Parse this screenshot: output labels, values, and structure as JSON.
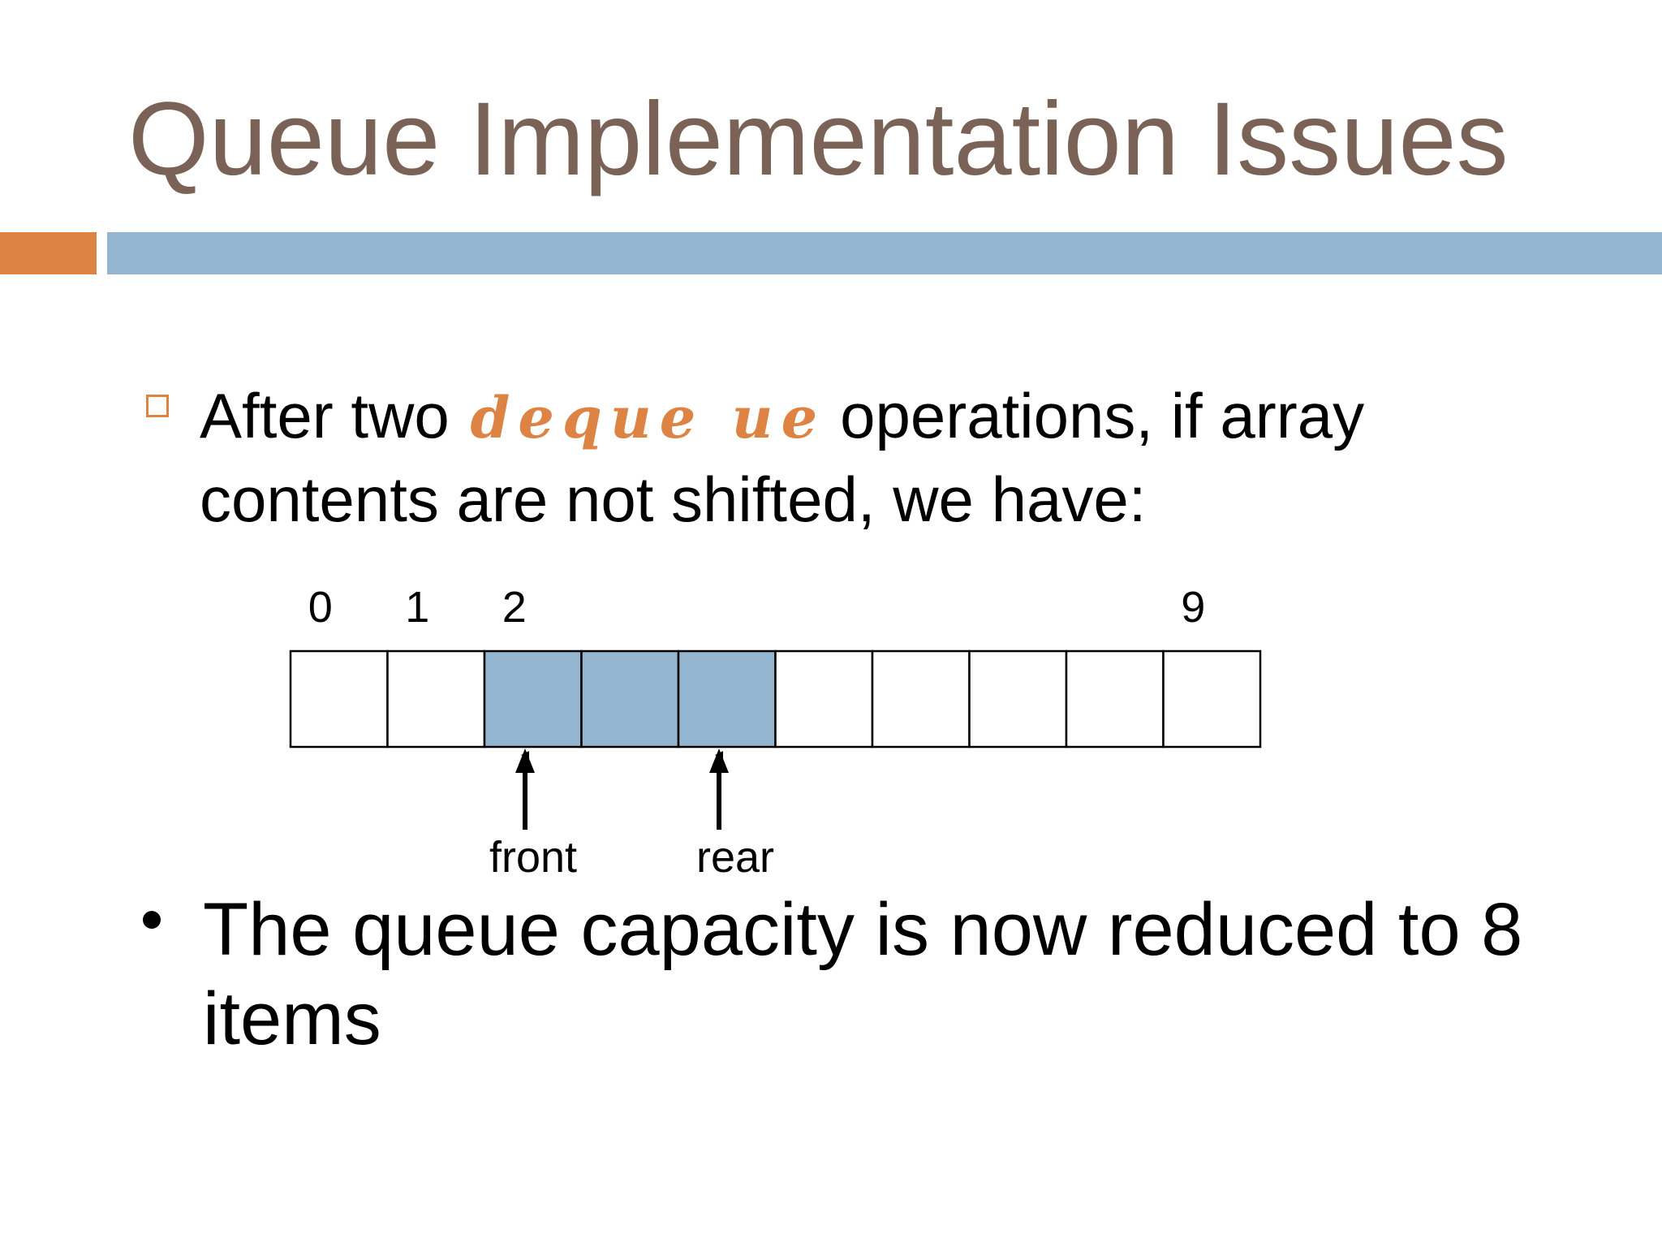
{
  "title": "Queue Implementation Issues",
  "colors": {
    "title": "#7b6257",
    "accent_orange": "#dd8445",
    "accent_blue": "#94b5cf",
    "filled_cell": "#94b5cf"
  },
  "bullet1": {
    "prefix": "After two",
    "script_word": "deque ue",
    "suffix": "operations, if array",
    "line2": "contents are not shifted, we have:"
  },
  "array": {
    "cell_count": 10,
    "filled": [
      2,
      3,
      4
    ],
    "index_labels": [
      {
        "index": 0,
        "text": "0"
      },
      {
        "index": 1,
        "text": "1"
      },
      {
        "index": 2,
        "text": "2"
      },
      {
        "index": 9,
        "text": "9"
      }
    ],
    "front": {
      "label": "front",
      "index": 2
    },
    "rear": {
      "label": "rear",
      "index": 4
    }
  },
  "bullet2": {
    "text": "The queue capacity is now reduced to 8 items"
  }
}
